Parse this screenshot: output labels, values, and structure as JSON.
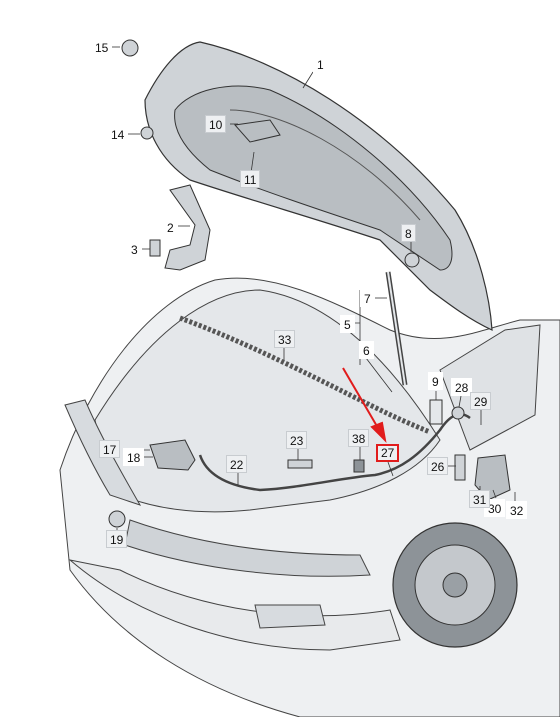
{
  "callouts": {
    "c1": "1",
    "c2": "2",
    "c3": "3",
    "c5": "5",
    "c6": "6",
    "c7": "7",
    "c8": "8",
    "c9": "9",
    "c10": "10",
    "c11": "11",
    "c14": "14",
    "c15": "15",
    "c17": "17",
    "c18": "18",
    "c19": "19",
    "c22": "22",
    "c23": "23",
    "c26": "26",
    "c27": "27",
    "c28": "28",
    "c29": "29",
    "c30": "30",
    "c31": "31",
    "c32": "32",
    "c33": "33",
    "c38": "38"
  },
  "highlight": {
    "part": "27",
    "color": "#e11c1c"
  },
  "colors": {
    "line": "#333333",
    "fill_light": "#e4e7ea",
    "fill_mid": "#cfd3d7",
    "fill_dark": "#8d9398"
  }
}
